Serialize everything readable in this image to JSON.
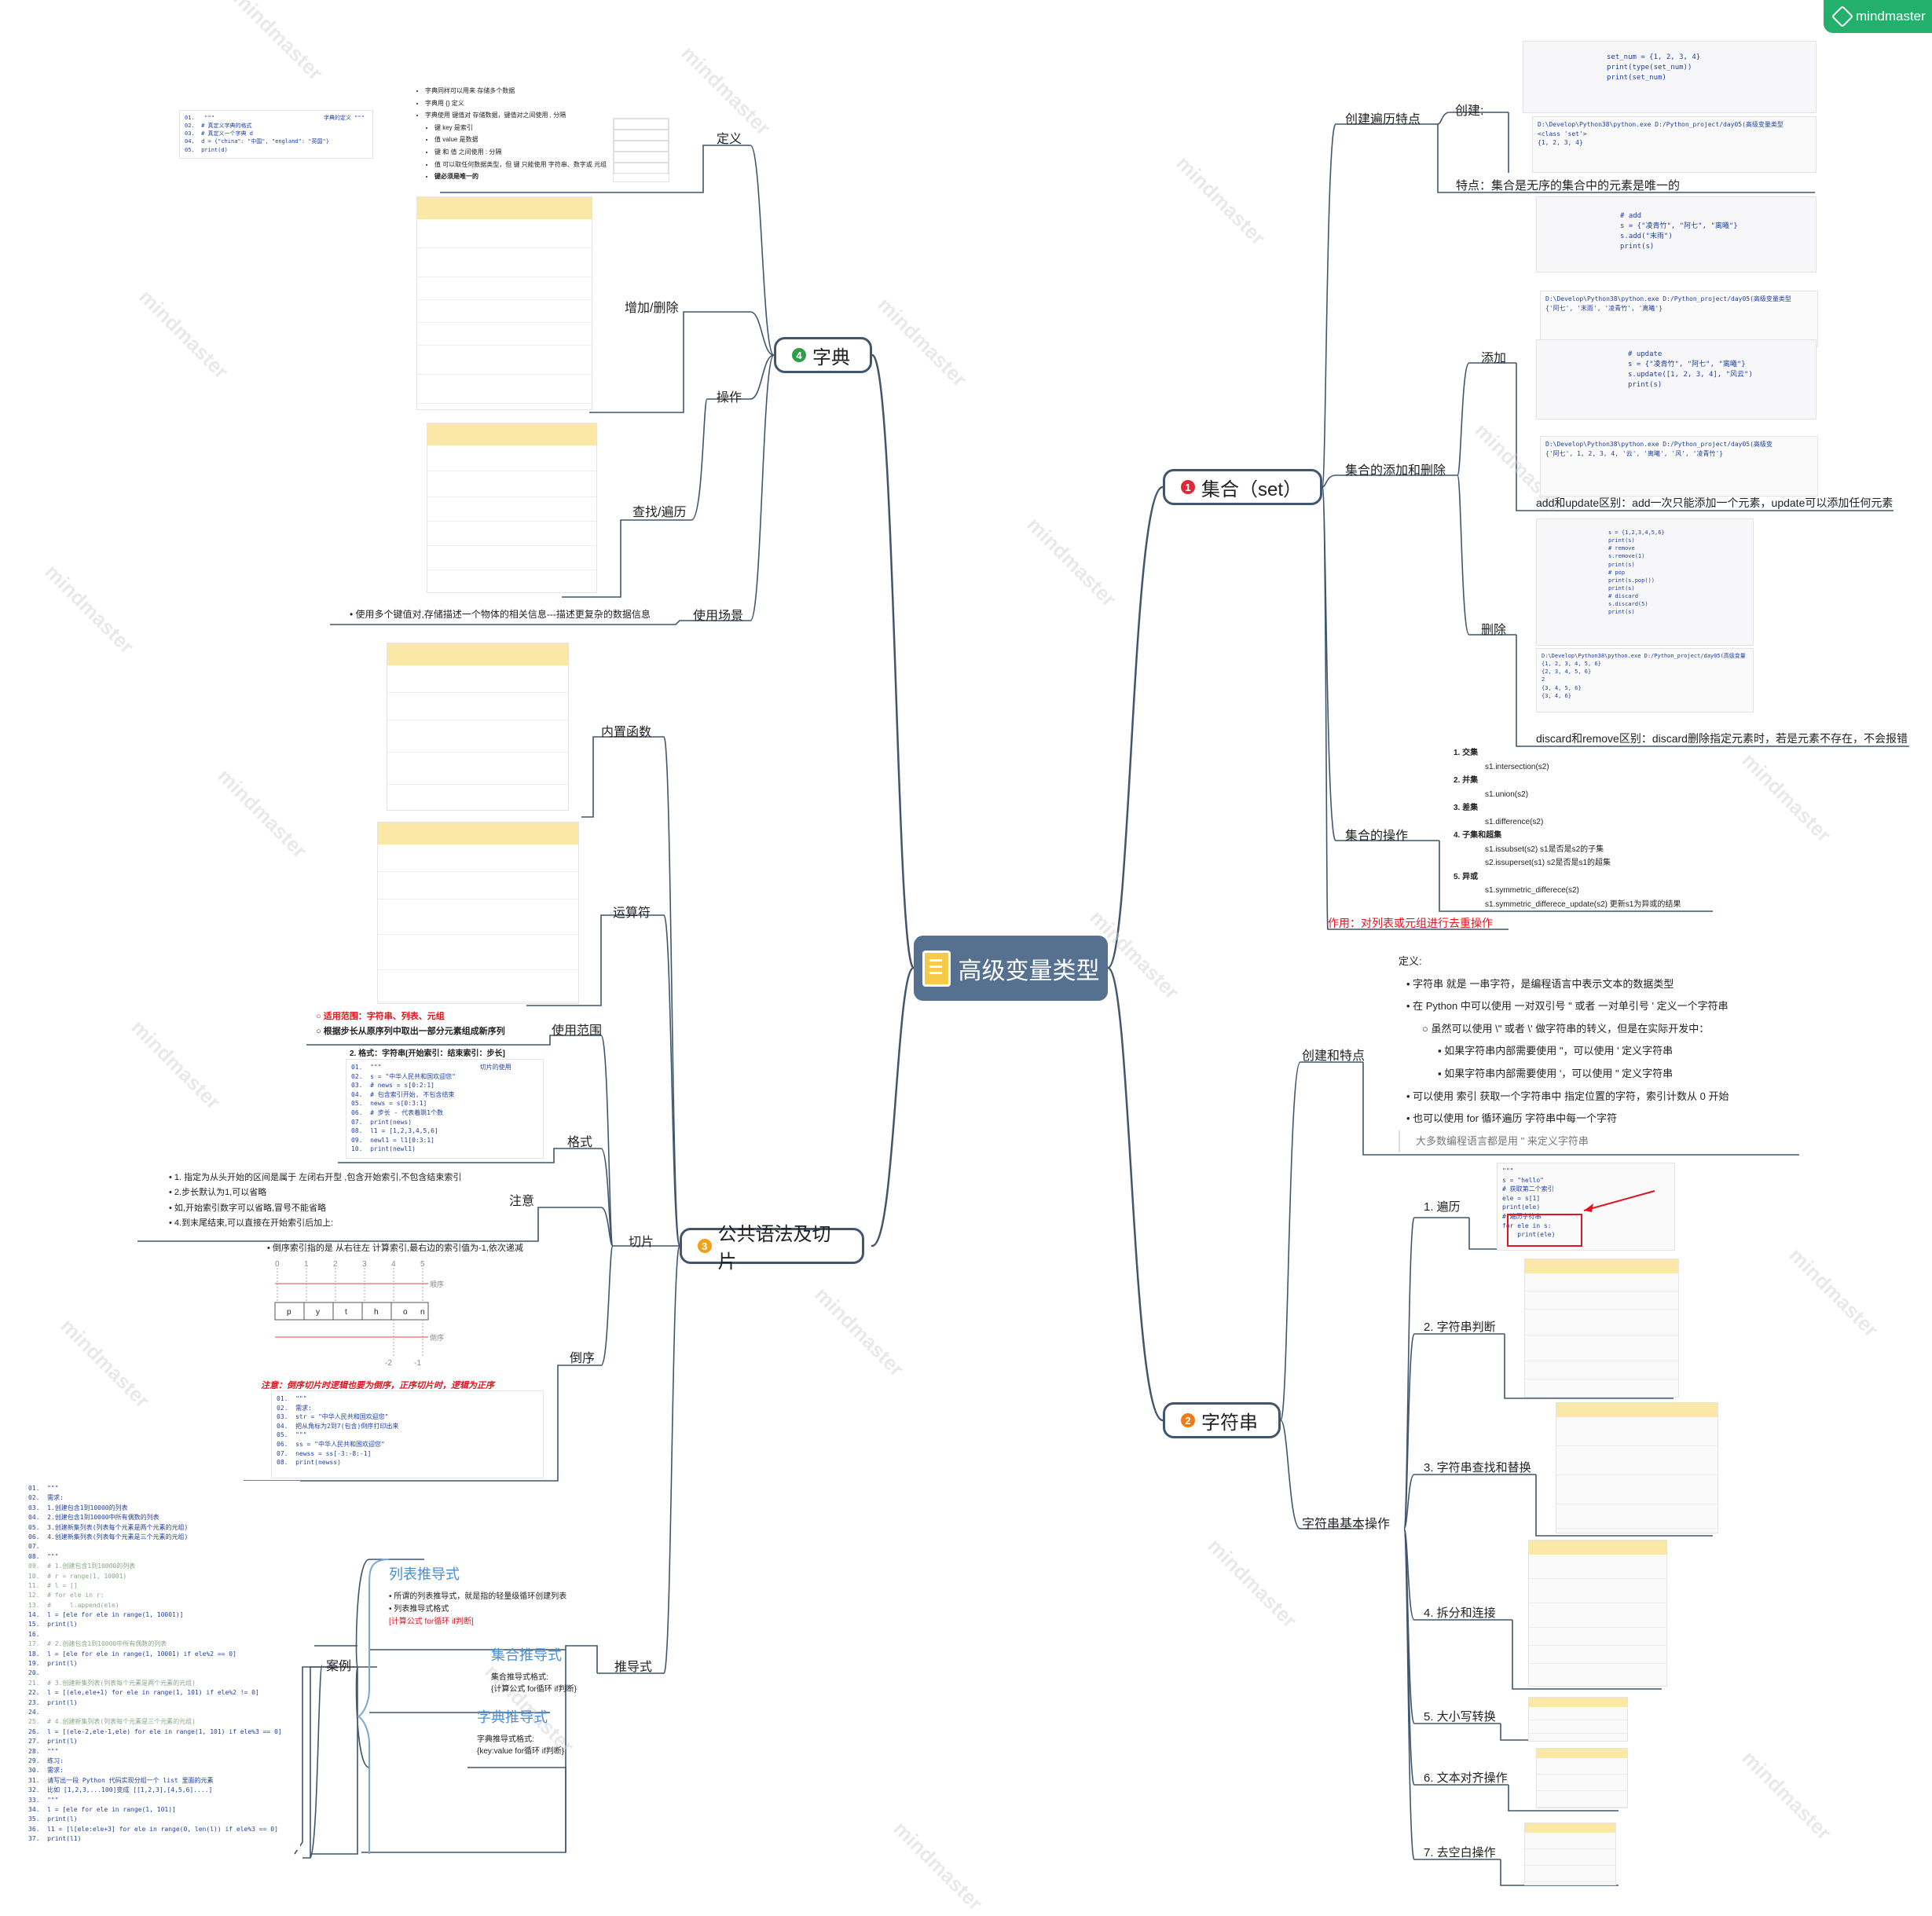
{
  "brand": {
    "logo_text": "mindmaster",
    "accent": "#23b06d",
    "line_color": "#41566d",
    "central_bg": "#56718f"
  },
  "central": {
    "title": "高级变量类型"
  },
  "branches": {
    "set": {
      "num": "1",
      "title": "集合（set）",
      "color": "#e0283b",
      "create_features": "创建遍历特点",
      "create": "创建:",
      "feature": "特点：集合是无序的集合中的元素是唯一的",
      "add_remove": "集合的添加和删除",
      "add": "添加",
      "add_vs_update": "add和update区别：add一次只能添加一个元素，update可以添加任何元素",
      "delete": "删除",
      "discard_vs_remove": "discard和remove区别：discard删除指定元素时，若是元素不存在，不会报错",
      "ops": "集合的操作",
      "purpose": "作用：对列表或元组进行去重操作",
      "ops_list": [
        "1. 交集",
        "s1.intersection(s2)",
        "2. 并集",
        "s1.union(s2)",
        "3. 差集",
        "s1.difference(s2)",
        "4. 子集和超集",
        "s1.issubset(s2)    s1是否是s2的子集",
        "s2.issuperset(s1)    s2是否是s1的超集",
        "5. 异或",
        "s1.symmetric_differece(s2)",
        "s1.symmetric_differece_update(s2)  更新s1为异或的结果"
      ]
    },
    "string": {
      "num": "2",
      "title": "字符串",
      "color": "#f07a16",
      "create_features": "创建和特点",
      "basic_ops": "字符串基本操作",
      "def_title": "定义:",
      "def_lines": [
        "字符串 就是 一串字符，是编程语言中表示文本的数据类型",
        "在 Python 中可以使用 一对双引号 \" 或者 一对单引号 ' 定义一个字符串",
        "虽然可以使用 \\\" 或者 \\' 做字符串的转义，但是在实际开发中：",
        "如果字符串内部需要使用 \"，可以使用 ' 定义字符串",
        "如果字符串内部需要使用 '，可以使用 \" 定义字符串",
        "可以使用 索引 获取一个字符串中 指定位置的字符，索引计数从 0 开始",
        "也可以使用 for 循环遍历 字符串中每一个字符",
        "大多数编程语言都是用 \" 来定义字符串"
      ],
      "ops": [
        "1. 遍历",
        "2. 字符串判断",
        "3. 字符串查找和替换",
        "4. 拆分和连接",
        "5. 大小写转换",
        "6. 文本对齐操作",
        "7. 去空白操作"
      ]
    },
    "syntax": {
      "num": "3",
      "title": "公共语法及切片",
      "color": "#f0a21b",
      "builtin": "内置函数",
      "operators": "运算符",
      "slice": "切片",
      "use_range": "使用范围",
      "format": "格式",
      "note": "注意",
      "reverse": "倒序",
      "comprehension": "推导式",
      "cases": "案例",
      "range_lines": [
        "适用范围：字符串、列表、元组",
        "根据步长从原序列中取出一部分元素组成新序列"
      ],
      "format_title": "2. 格式：字符串[开始索引：结束索引：步长]",
      "note_lines": [
        "1. 指定为从头开始的区间是属于 左闭右开型 ,包含开始索引,不包含结束索引",
        "2.步长默认为1,可以省略",
        "如,开始索引数字可以省略,冒号不能省略",
        "4.到末尾结束,可以直接在开始索引后加上:"
      ],
      "reverse_line": "倒序索引指的是 从右往左 计算索引,最右边的索引值为-1,依次递减",
      "reverse_warn": "注意：倒序切片时逻辑也要为倒序，正序切片时，逻辑为正序",
      "diagram_idx_top": [
        "0",
        "1",
        "2",
        "3",
        "4",
        "5"
      ],
      "diagram_chars": [
        "p",
        "y",
        "t",
        "h",
        "o",
        "n"
      ],
      "diagram_idx_bottom": [
        "-2",
        "-1"
      ],
      "diagram_pos": "顺序",
      "diagram_neg": "倒序",
      "list_comp": "列表推导式",
      "list_comp_lines": [
        "所谓的列表推导式，就是指的轻量级循环创建列表",
        "列表推导式格式",
        "[计算公式 for循环 if判断]"
      ],
      "set_comp": "集合推导式",
      "set_comp_lines": [
        "集合推导式格式:",
        "{计算公式 for循环 if判断}"
      ],
      "dict_comp": "字典推导式",
      "dict_comp_lines": [
        "字典推导式格式:",
        "{key:value for循环 if判断}"
      ]
    },
    "dict": {
      "num": "4",
      "title": "字典",
      "color": "#2e9d4c",
      "define": "定义",
      "add_del": "增加/删除",
      "operate": "操作",
      "query": "查找/遍历",
      "scene": "使用场景",
      "def_lines": [
        "字典同样可以用来 存储多个数据",
        "字典用 {} 定义",
        "字典使用 键值对 存储数据，键值对之间使用 , 分隔",
        "键 key 是索引",
        "值 value 是数据",
        "键 和 值 之间使用 : 分隔",
        "值 可以取任何数据类型，但 键 只能使用 字符串、数字或 元组",
        "键必须是唯一的"
      ],
      "scene_line": "使用多个键值对,存储描述一个物体的相关信息---描述更复杂的数据信息"
    }
  },
  "code_samples": {
    "dict_def": [
      "01.   \"\"\"                                 字典的定义 \"\"\"",
      "02.  # 真定义字典的格式",
      "03.  # 真定义一个字典 d",
      "04.  d = {\"china\": \"中国\", \"england\": \"英国\"}",
      "05.  print(d)"
    ],
    "set_create": [
      "set_num = {1, 2, 3, 4}",
      "print(type(set_num))",
      "print(set_num)"
    ],
    "set_create_out": [
      "D:\\Develop\\Python38\\python.exe D:/Python_project/day05(高级变量类型",
      "<class 'set'>",
      "{1, 2, 3, 4}"
    ],
    "set_add": [
      "# add",
      "s = {\"凌青竹\", \"阿七\", \"离曦\"}",
      "s.add(\"末雨\")",
      "print(s)"
    ],
    "set_add_out": [
      "D:\\Develop\\Python38\\python.exe D:/Python_project/day05(高级变量类型",
      "{'阿七', '末雨', '凌青竹', '离曦'}"
    ],
    "set_update": [
      "# update",
      "s = {\"凌青竹\", \"阿七\", \"离曦\"}",
      "s.update([1, 2, 3, 4], \"风云\")",
      "print(s)"
    ],
    "set_update_out": [
      "D:\\Develop\\Python38\\python.exe D:/Python_project/day05(高级变",
      "{'阿七', 1, 2, 3, 4, '云', '离曦', '风', '凌青竹'}"
    ],
    "set_del": [
      "s = {1,2,3,4,5,6}",
      "print(s)",
      "# remove",
      "s.remove(1)",
      "print(s)",
      "# pop",
      "print(s.pop())",
      "print(s)",
      "# discard",
      "s.discard(5)",
      "print(s)"
    ],
    "set_del_out": [
      "D:\\Develop\\Python38\\python.exe D:/Python_project/day05(高级变量",
      "{1, 2, 3, 4, 5, 6}",
      "{2, 3, 4, 5, 6}",
      "2",
      "{3, 4, 5, 6}",
      "{3, 4, 6}"
    ],
    "str_iter": [
      "\"\"\"",
      "s = \"hello\"",
      "# 获取第二个索引",
      "ele = s[1]",
      "print(ele)",
      "# 遍历字符串",
      "for ele in s:",
      "    print(ele)"
    ],
    "slice_fmt": [
      "01.  \"\"\"                          切片的使用",
      "02.  s = \"中华人民共和国欢迎您\"",
      "03.  # news = s[0:2:1]",
      "04.  # 包含索引开始, 不包含结束",
      "05.  news = s[0:3:1]",
      "06.  # 步长 - 代表着跳1个数",
      "07.  print(news)",
      "08.  l1 = [1,2,3,4,5,6]",
      "09.  newl1 = l1[0:3:1]",
      "10.  print(newl1)"
    ],
    "slice_rev": [
      "01.  \"\"\"",
      "02.  需求:",
      "03.  str = \"中华人民共和国欢迎您\"",
      "04.  把从角标为2到7(包含)倒序打印出来",
      "05.  \"\"\"",
      "06.  ss = \"中华人民共和国欢迎您\"",
      "07.  newss = ss[-3:-8:-1]",
      "08.  print(newss)"
    ],
    "cases": [
      "01.  \"\"\"",
      "02.  需求:",
      "03.  1.创建包含1到10000的列表",
      "04.  2.创建包含1到10000中所有偶数的列表",
      "05.  3.创建新集列表(列表每个元素是两个元素的元组)",
      "06.  4.创建新集列表(列表每个元素是三个元素的元组)",
      "07.  ",
      "08.  \"\"\"",
      "09.  # 1.创建包含1到10000的列表",
      "10.  # r = range(1, 10001)",
      "11.  # l = []",
      "12.  # for ele in r:",
      "13.  #     l.append(ele)",
      "14.  l = [ele for ele in range(1, 10001)]",
      "15.  print(l)",
      "16.  ",
      "17.  # 2.创建包含1到10000中所有偶数的列表",
      "18.  l = [ele for ele in range(1, 10001) if ele%2 == 0]",
      "19.  print(l)",
      "20.  ",
      "21.  # 3.创建新集列表(列表每个元素是两个元素的元组)",
      "22.  l = [(ele,ele+1) for ele in range(1, 101) if ele%2 != 0]",
      "23.  print(l)",
      "24.  ",
      "25.  # 4.创建新集列表(列表每个元素是三个元素的元组)",
      "26.  l = [(ele-2,ele-1,ele) for ele in range(1, 101) if ele%3 == 0]",
      "27.  print(l)",
      "28.  \"\"\"",
      "29.  练习:",
      "30.  需求:",
      "31.  请写出一段 Python 代码实现分组一个 list 里面的元素",
      "32.  比如 [1,2,3,...100]变成 [[1,2,3],[4,5,6]....]",
      "33.  \"\"\"",
      "34.  l = [ele for ele in range(1, 101)]",
      "35.  print(l)",
      "36.  l1 = [l[ele:ele+3] for ele in range(0, len(l)) if ele%3 == 0]",
      "37.  print(l1)"
    ]
  },
  "watermark": "mindmaster"
}
